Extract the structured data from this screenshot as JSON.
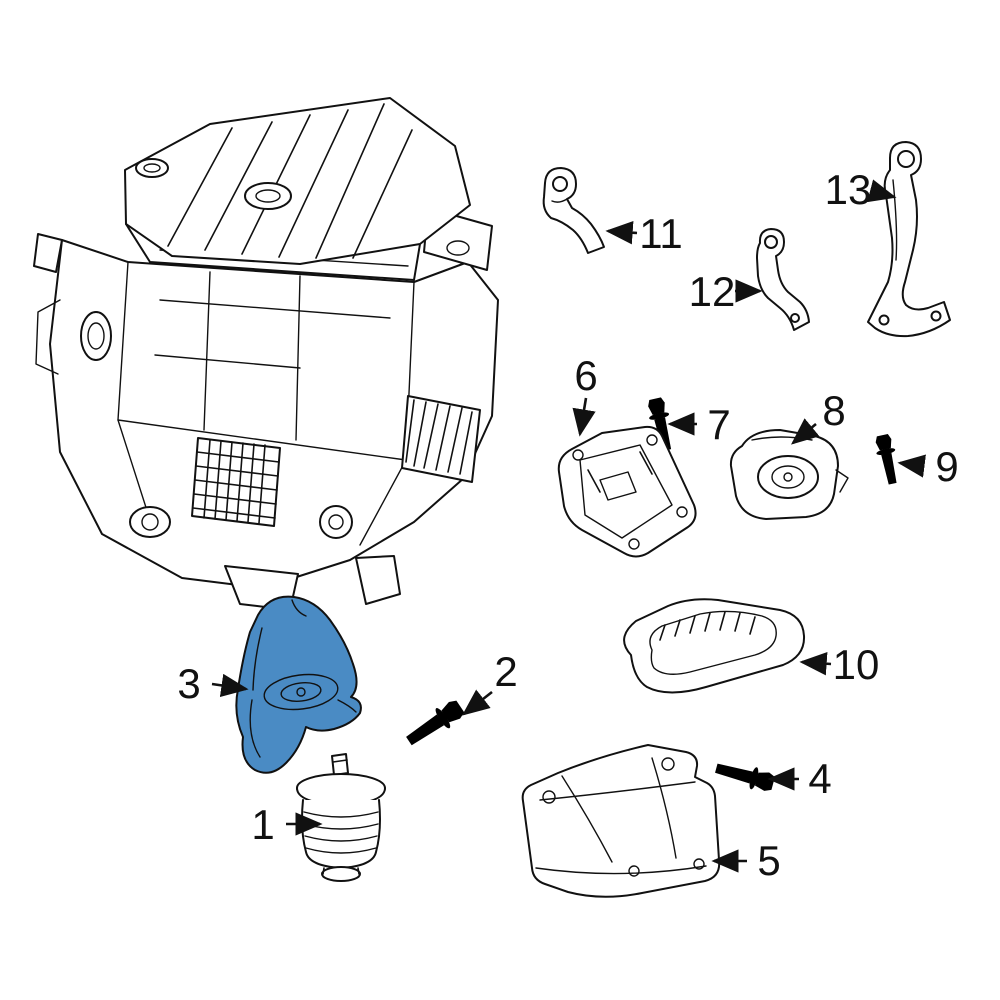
{
  "diagram": {
    "type": "exploded-parts-diagram",
    "subject": "engine-and-engine-mounts",
    "background": "#ffffff",
    "line_color": "#111111",
    "highlight_color": "#4a8bc4",
    "labels": [
      {
        "text": "1"
      },
      {
        "text": "2"
      },
      {
        "text": "3"
      },
      {
        "text": "4"
      },
      {
        "text": "5"
      },
      {
        "text": "6"
      },
      {
        "text": "7"
      },
      {
        "text": "8"
      },
      {
        "text": "9"
      },
      {
        "text": "10"
      },
      {
        "text": "11"
      },
      {
        "text": "12"
      },
      {
        "text": "13"
      }
    ]
  }
}
